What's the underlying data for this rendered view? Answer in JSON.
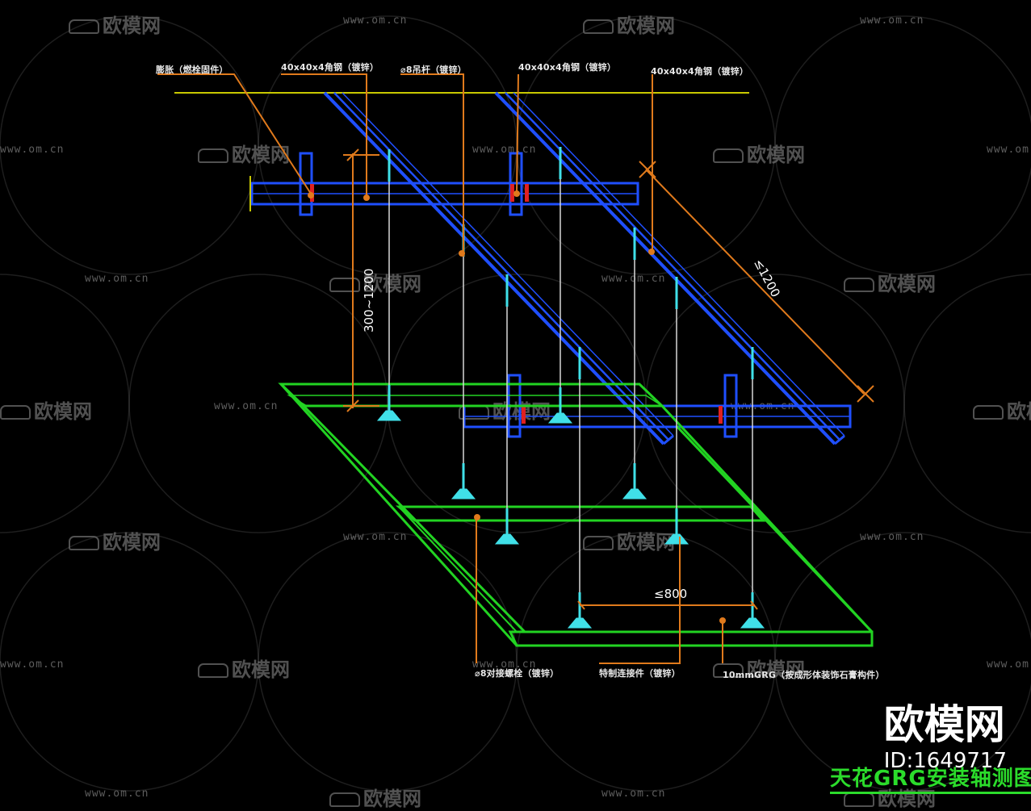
{
  "callouts": {
    "c1": "膨胀（燃栓固件）",
    "c2": "40x40x4角钢（镀锌）",
    "c3": "⌀8吊杆（镀锌）",
    "c4": "40x40x4角钢（镀锌）",
    "c5": "40x40x4角钢（镀锌）",
    "c6": "⌀8对接螺栓（镀锌）",
    "c7": "特制连接件（镀锌）",
    "c8": "10mmGRG（按成形体装饰石膏构件）"
  },
  "dimensions": {
    "vertical": "300~1200",
    "diagonal": "≤1200",
    "horizontal": "≤800"
  },
  "title": "天花GRG安装轴测图",
  "brand": {
    "name": "欧模网",
    "id": "ID:1649717"
  },
  "watermark": {
    "text": "欧模网",
    "url": "www.om.cn"
  },
  "colors": {
    "background": "#000000",
    "angle_steel": "#1f4fff",
    "frame": "#22d322",
    "hanger": "#40e0e8",
    "leader": "#e07a1c",
    "ceiling_line": "#c8c800"
  }
}
